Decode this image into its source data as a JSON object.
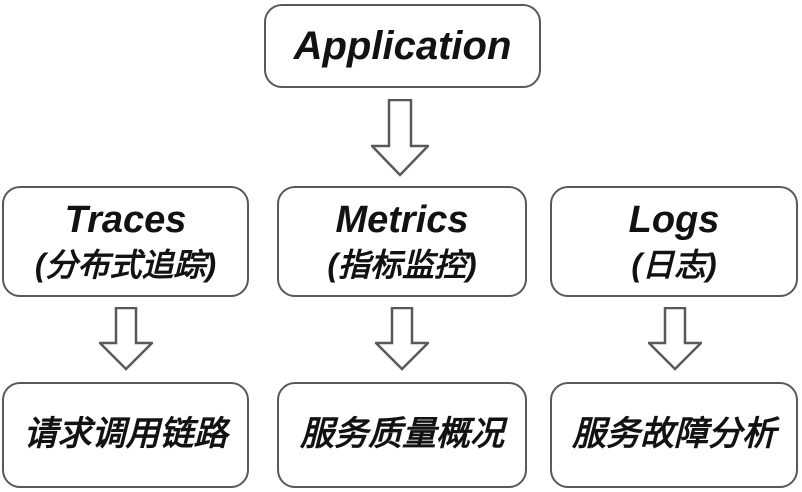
{
  "diagram": {
    "root": {
      "label": "Application"
    },
    "columns": [
      {
        "title": "Traces",
        "subtitle": "(分布式追踪)",
        "outcome": "请求调用链路"
      },
      {
        "title": "Metrics",
        "subtitle": "(指标监控)",
        "outcome": "服务质量概况"
      },
      {
        "title": "Logs",
        "subtitle": "(日志)",
        "outcome": "服务故障分析"
      }
    ],
    "icons": {
      "arrow": "down-arrow"
    },
    "colors": {
      "background": "#ffffff",
      "box_border": "#58595b",
      "text": "#121212",
      "arrow_stroke": "#58595b",
      "arrow_fill": "#ffffff"
    }
  }
}
